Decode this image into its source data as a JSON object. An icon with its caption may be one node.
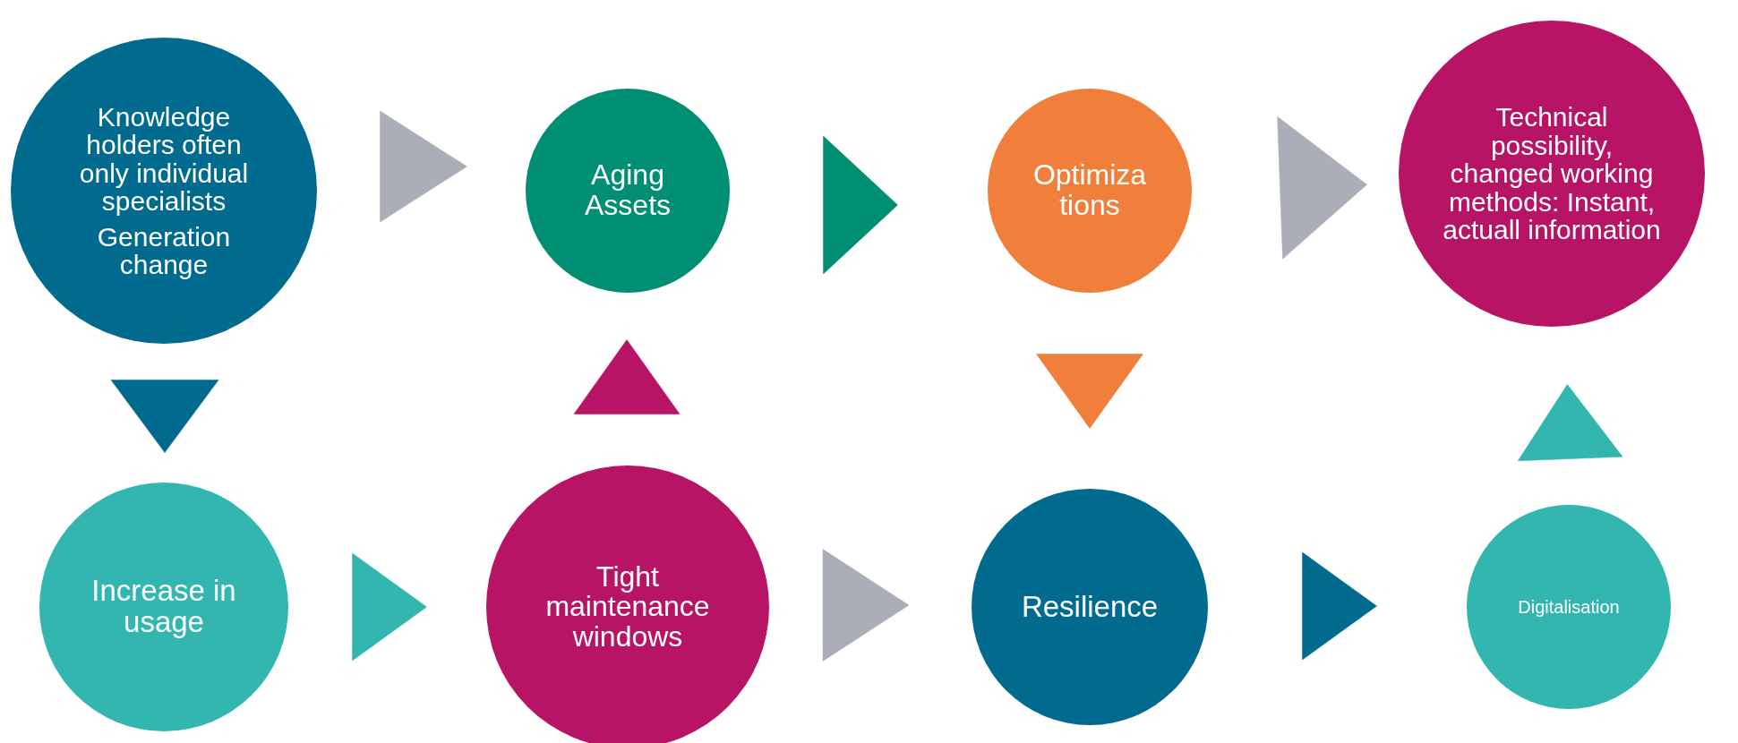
{
  "diagram": {
    "nodes": [
      {
        "text": [
          "Knowledge holders often only individual specialists",
          "Generation change"
        ]
      },
      {
        "text": [
          "Aging Assets"
        ]
      },
      {
        "text": [
          "Optimiza tions"
        ]
      },
      {
        "text": [
          "Technical possibility, changed working methods: Instant, actuall information"
        ]
      },
      {
        "text": [
          "Increase in usage"
        ]
      },
      {
        "text": [
          "Tight maintenance windows"
        ]
      },
      {
        "text": [
          "Resilience"
        ]
      },
      {
        "text": [
          "Digitalisation"
        ]
      }
    ],
    "edges": [
      {
        "from": 0,
        "to": 1,
        "arrow": "to"
      },
      {
        "from": 1,
        "to": 2,
        "arrow": "to",
        "color": "#008f72"
      },
      {
        "from": 2,
        "to": 3,
        "arrow": "to"
      },
      {
        "from": 0,
        "to": 4,
        "arrow": "to",
        "color": "#006b8e"
      },
      {
        "from": 5,
        "to": 1,
        "arrow": "to",
        "color": "#b81466"
      },
      {
        "from": 2,
        "to": 6,
        "arrow": "to",
        "color": "#ef7f3a"
      },
      {
        "from": 7,
        "to": 3,
        "arrow": "to",
        "color": "#33b5b0"
      },
      {
        "from": 4,
        "to": 5,
        "arrow": "to",
        "color": "#33b5b0"
      },
      {
        "from": 5,
        "to": 6,
        "arrow": "to"
      },
      {
        "from": 6,
        "to": 7,
        "arrow": "to",
        "color": "#006b8e"
      }
    ]
  }
}
